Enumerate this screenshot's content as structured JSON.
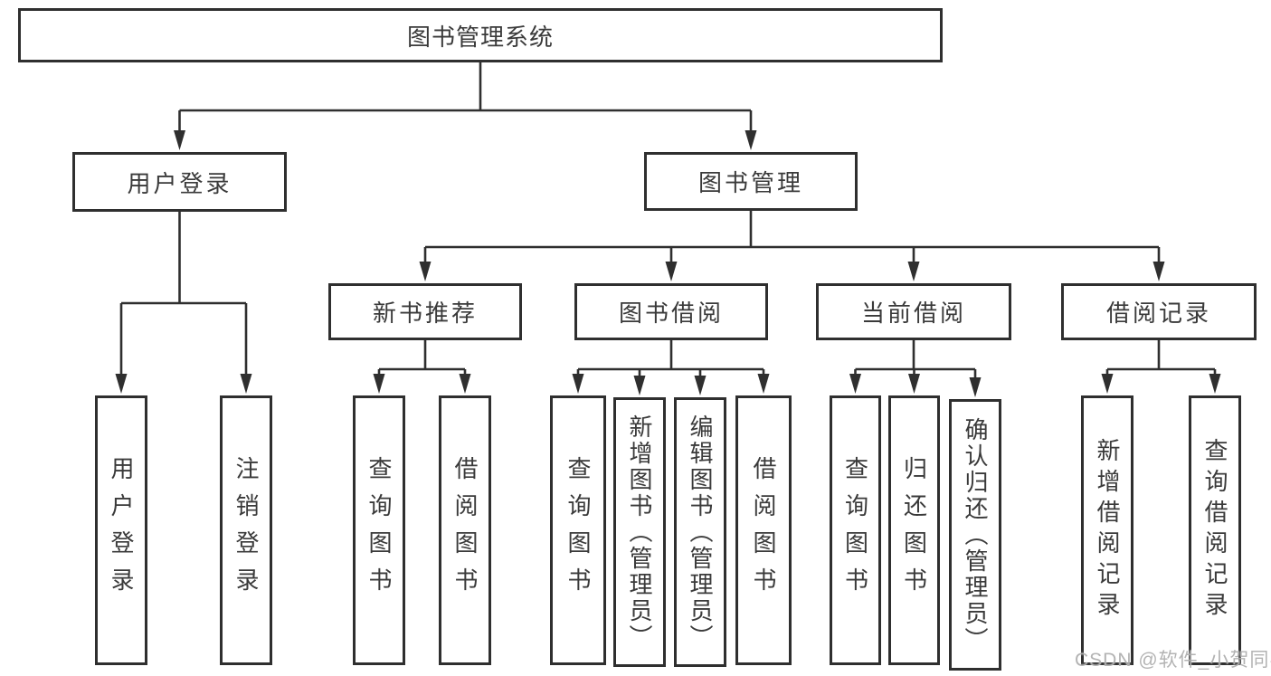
{
  "nodes": {
    "root": "图书管理系统",
    "userLogin": "用户登录",
    "bookMgmt": "图书管理",
    "newBookRec": "新书推荐",
    "bookBorrow": "图书借阅",
    "currentBorrow": "当前借阅",
    "borrowRecord": "借阅记录",
    "loginUser": "用户登录",
    "logoutUser": "注销登录",
    "nbQueryBook": "查询图书",
    "nbBorrowBook": "借阅图书",
    "bbQueryBook": "查询图书",
    "bbAddBook": "新增图书（管理员）",
    "bbEditBook": "编辑图书（管理员）",
    "bbBorrowBook": "借阅图书",
    "cbQueryBook": "查询图书",
    "cbReturnBook": "归还图书",
    "cbConfirmReturn": "确认归还（管理员）",
    "brAddRecord": "新增借阅记录",
    "brQueryRecord": "查询借阅记录"
  },
  "watermark": {
    "text": "CSDN @软件_小贺同学"
  }
}
